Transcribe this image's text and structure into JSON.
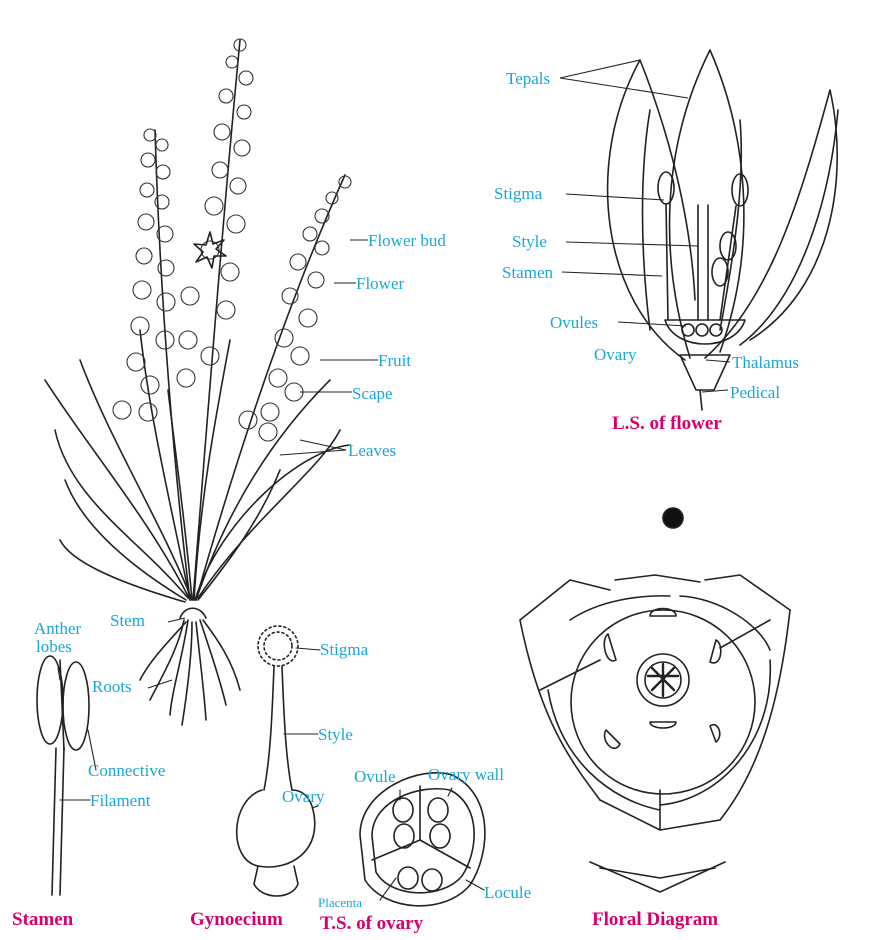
{
  "plant_labels": {
    "flower_bud": "Flower bud",
    "flower": "Flower",
    "fruit": "Fruit",
    "scape": "Scape",
    "leaves": "Leaves",
    "stem": "Stem",
    "roots": "Roots"
  },
  "ls_flower": {
    "tepals": "Tepals",
    "stigma": "Stigma",
    "style": "Style",
    "stamen": "Stamen",
    "ovules": "Ovules",
    "ovary": "Ovary",
    "thalamus": "Thalamus",
    "pedicel": "Pedical",
    "caption": "L.S. of flower"
  },
  "stamen": {
    "anther": "Anther",
    "lobes": "lobes",
    "connective": "Connective",
    "filament": "Filament",
    "caption": "Stamen"
  },
  "gynoecium": {
    "stigma": "Stigma",
    "style": "Style",
    "ovary": "Ovary",
    "caption": "Gynoecium"
  },
  "ts_ovary": {
    "ovule": "Ovule",
    "ovary_wall": "Ovary wall",
    "placenta": "Placenta",
    "locule": "Locule",
    "caption": "T.S. of ovary"
  },
  "floral_diagram": {
    "caption": "Floral Diagram"
  },
  "colors": {
    "label": "#1aa7d6",
    "caption": "#d6006e",
    "ink": "#222222"
  }
}
